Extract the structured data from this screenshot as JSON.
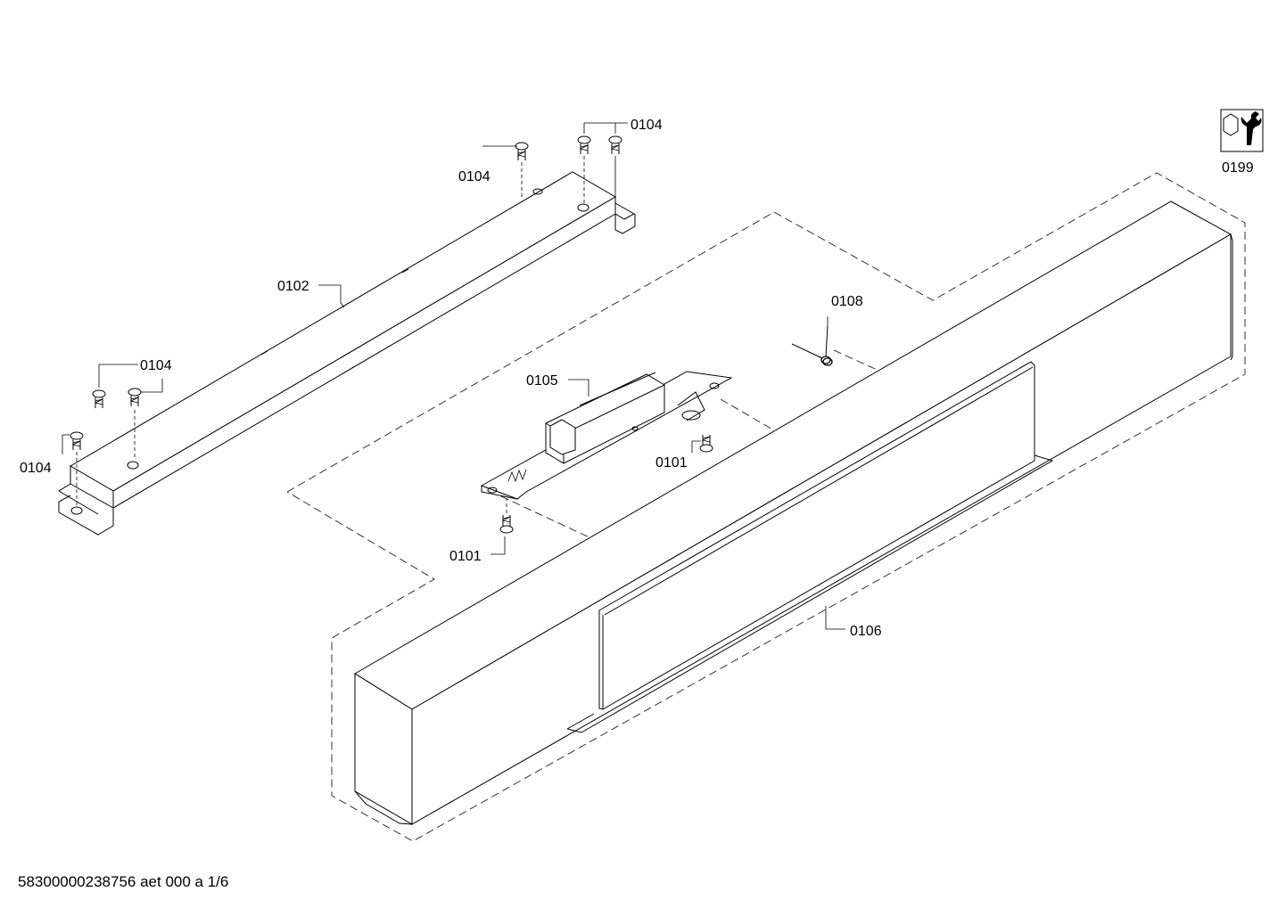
{
  "diagram": {
    "labels": {
      "p0101_a": "0101",
      "p0101_b": "0101",
      "p0102": "0102",
      "p0104_a": "0104",
      "p0104_b": "0104",
      "p0104_c": "0104",
      "p0104_d": "0104",
      "p0105": "0105",
      "p0106": "0106",
      "p0108": "0108",
      "p0199": "0199"
    },
    "icons": {
      "service_tool": "wrench-nut-icon"
    }
  },
  "footer": {
    "document_id": "58300000238756 aet 000 a 1/6"
  }
}
